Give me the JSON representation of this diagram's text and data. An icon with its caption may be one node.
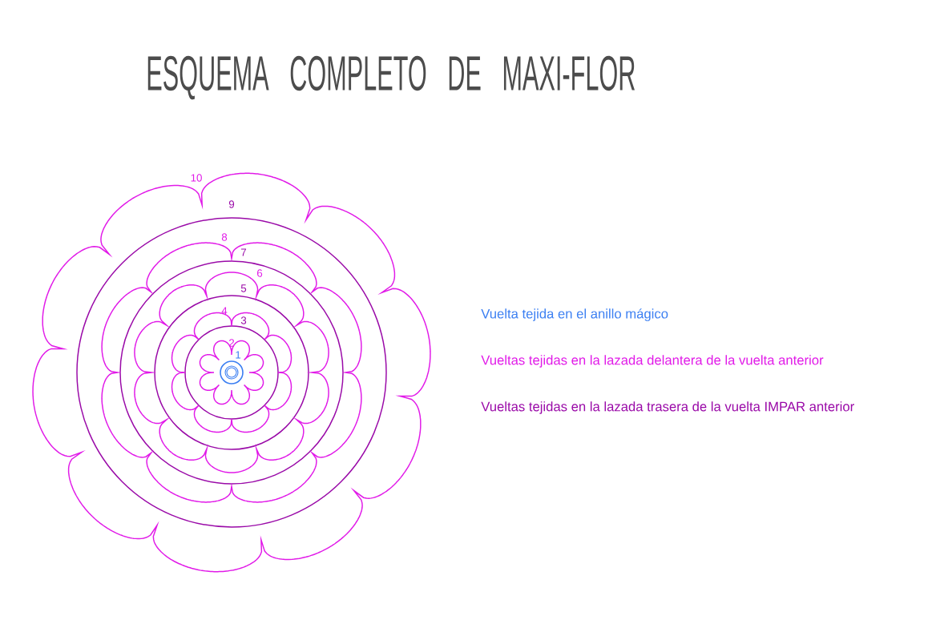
{
  "diagram": {
    "title": "ESQUEMA COMPLETO DE MAXI-FLOR",
    "labels": [
      "10",
      "9",
      "8",
      "7",
      "6",
      "5",
      "4",
      "3",
      "2",
      "1"
    ],
    "legend": [
      {
        "text": "Vuelta tejida en el anillo mágico",
        "color": "#3b7ff2"
      },
      {
        "text": "Vueltas tejidas en la lazada delantera de la vuelta anterior",
        "color": "#e11ae8"
      },
      {
        "text": "Vueltas tejidas en la lazada trasera de la vuelta IMPAR anterior",
        "color": "#9a0aa8"
      }
    ]
  }
}
